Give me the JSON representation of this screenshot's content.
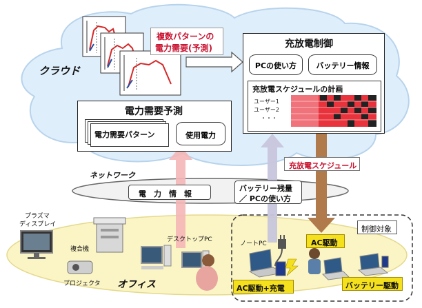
{
  "cloud": {
    "label": "クラウド"
  },
  "forecast_charts": {
    "caption_line1": "複数パターンの",
    "caption_line2": "電力需要(予測)"
  },
  "demand_forecast": {
    "title": "電力需要予測",
    "pattern_label": "電力需要パターン",
    "usage_label": "使用電力"
  },
  "charge_control": {
    "title": "充放電制御",
    "pc_usage_label": "PCの使い方",
    "battery_info_label": "バッテリー情報",
    "schedule_title": "充放電スケジュールの計画",
    "user_rows": [
      "ユーザー1",
      "ユーザー2",
      "・・・"
    ]
  },
  "schedule_arrow": {
    "label": "充放電スケジュール"
  },
  "network": {
    "label": "ネットワーク",
    "power_info_label": "電　力　情　報",
    "battery_line1": "バッテリー残量",
    "battery_line2": "／ PCの使い方"
  },
  "office": {
    "label": "オフィス",
    "plasma_line1": "プラズマ",
    "plasma_line2": "ディスプレイ",
    "copier_label": "複合機",
    "projector_label": "プロジェクタ",
    "desktop_label": "デスクトップPC",
    "notebook_label": "ノートPC"
  },
  "controlled": {
    "label": "制御対象",
    "ac_drive": "AC駆動",
    "ac_charge": "AC駆動+充電",
    "battery_drive": "バッテリー駆動"
  },
  "colors": {
    "cloud": "#dfeefb",
    "office_floor": "#fbf5c6",
    "arrow_pink": "#f4b6b6",
    "arrow_lavender": "#c7c5dc",
    "arrow_brown": "#b07a4a",
    "accent_red": "#c8102e",
    "badge_yellow": "#f5e01e",
    "schedule_red": "#e8323c"
  }
}
